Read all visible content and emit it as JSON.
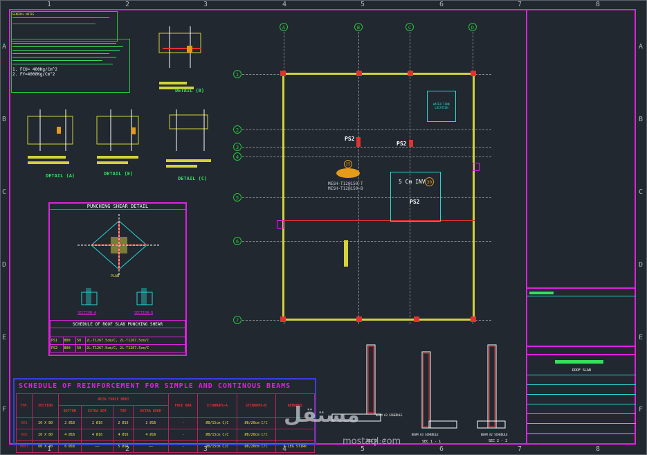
{
  "ruler": {
    "top": [
      "1",
      "2",
      "3",
      "4",
      "5",
      "6",
      "7",
      "8"
    ],
    "left": [
      "A",
      "B",
      "C",
      "D",
      "E",
      "F"
    ],
    "right": [
      "A",
      "B",
      "C",
      "D",
      "E",
      "F"
    ]
  },
  "notes": {
    "block1": "GENERAL NOTES",
    "block2_line1": "1.  FCU= 400Kg/Cm^2",
    "block2_line2": "2.  FY=4000Kg/Cm^2"
  },
  "details": {
    "detail_b": "DETAIL (B)",
    "detail_a": "DETAIL (A)",
    "detail_e": "DETAIL (E)",
    "detail_c": "DETAIL (C)"
  },
  "punching": {
    "title": "PUNCHING SHEAR DETAIL",
    "plan": "PLAN",
    "section_a": "SECTION-A",
    "section_b": "SECTION-B",
    "schedule_title": "SCHEDULE OF ROOF SLAB PUNCHING SHEAR",
    "rows": [
      {
        "id": "PS1",
        "a": "800",
        "b": "50",
        "c": "2L-T1267.5cm/C, 2L-T1267.5cm/C"
      },
      {
        "id": "PS2",
        "a": "800",
        "b": "50",
        "c": "2L-T1267.5cm/C, 2L-T1267.5cm/C"
      }
    ]
  },
  "plan": {
    "grid_cols": [
      "A",
      "B",
      "C",
      "D"
    ],
    "grid_rows": [
      "1",
      "2",
      "3",
      "4",
      "5",
      "6",
      "7"
    ],
    "water_tank": "WATER TANK LOCATION",
    "ps2_a": "PS2",
    "ps2_b": "PS2",
    "ps2_c": "PS2",
    "mesh_top": "MESH-T12@150-T",
    "mesh_bot": "MESH-T12@150-B",
    "inv_label": "5 Cm INV",
    "inv_num": "30",
    "num_25": "25"
  },
  "sections": {
    "beam_a1": "BEAM A3 SCHEDULE",
    "beam_a2": "BEAM A3 SCHEDULE",
    "beam_a3": "BEAM A2 SCHEDULE",
    "sec_33": "SEC 3 - 3",
    "sec_11": "SEC 1 - 1",
    "sec_22": "SEC 2 - 2"
  },
  "schedule": {
    "title": "SCHEDULE OF REINFORCEMENT FOR SIMPLE AND CONTINOUS BEAMS",
    "headers": [
      "TYP.",
      "SECTION",
      "BOTTOM",
      "EXTRA BOT",
      "TOP",
      "EXTRA OVER",
      "FACE BAR",
      "STIRRUPS-A",
      "STIRRUPS-B",
      "REMARKS"
    ],
    "group_header": "REIN FORCE MENT",
    "rows": [
      [
        "B01",
        "20 X 80",
        "2 Ø16",
        "2 Ø16",
        "2 Ø16",
        "2 Ø16",
        "-",
        "Ø8/15cm C/C",
        "Ø8/20cm C/C",
        ""
      ],
      [
        "B02",
        "20 X 80",
        "4 Ø16",
        "4 Ø16",
        "4 Ø16",
        "4 Ø16",
        "-",
        "Ø8/15cm C/C",
        "Ø8/20cm C/C",
        ""
      ],
      [
        "HB01",
        "60 X 30",
        "6 Ø16",
        "——",
        "5 Ø16",
        "——",
        "-",
        "Ø8/15cm C/C",
        "Ø8/20cm C/C",
        "6-LEG STIRR"
      ]
    ]
  },
  "title_block": {
    "slab": "ROOF SLAB"
  },
  "watermark": {
    "arabic": "مستقل",
    "latin": "mostaql.com"
  },
  "colors": {
    "background": "#212830",
    "frame": "#e020e0",
    "beam": "#d4d23a",
    "grid": "#27c43a",
    "schedule_border": "#3a3fe0"
  }
}
